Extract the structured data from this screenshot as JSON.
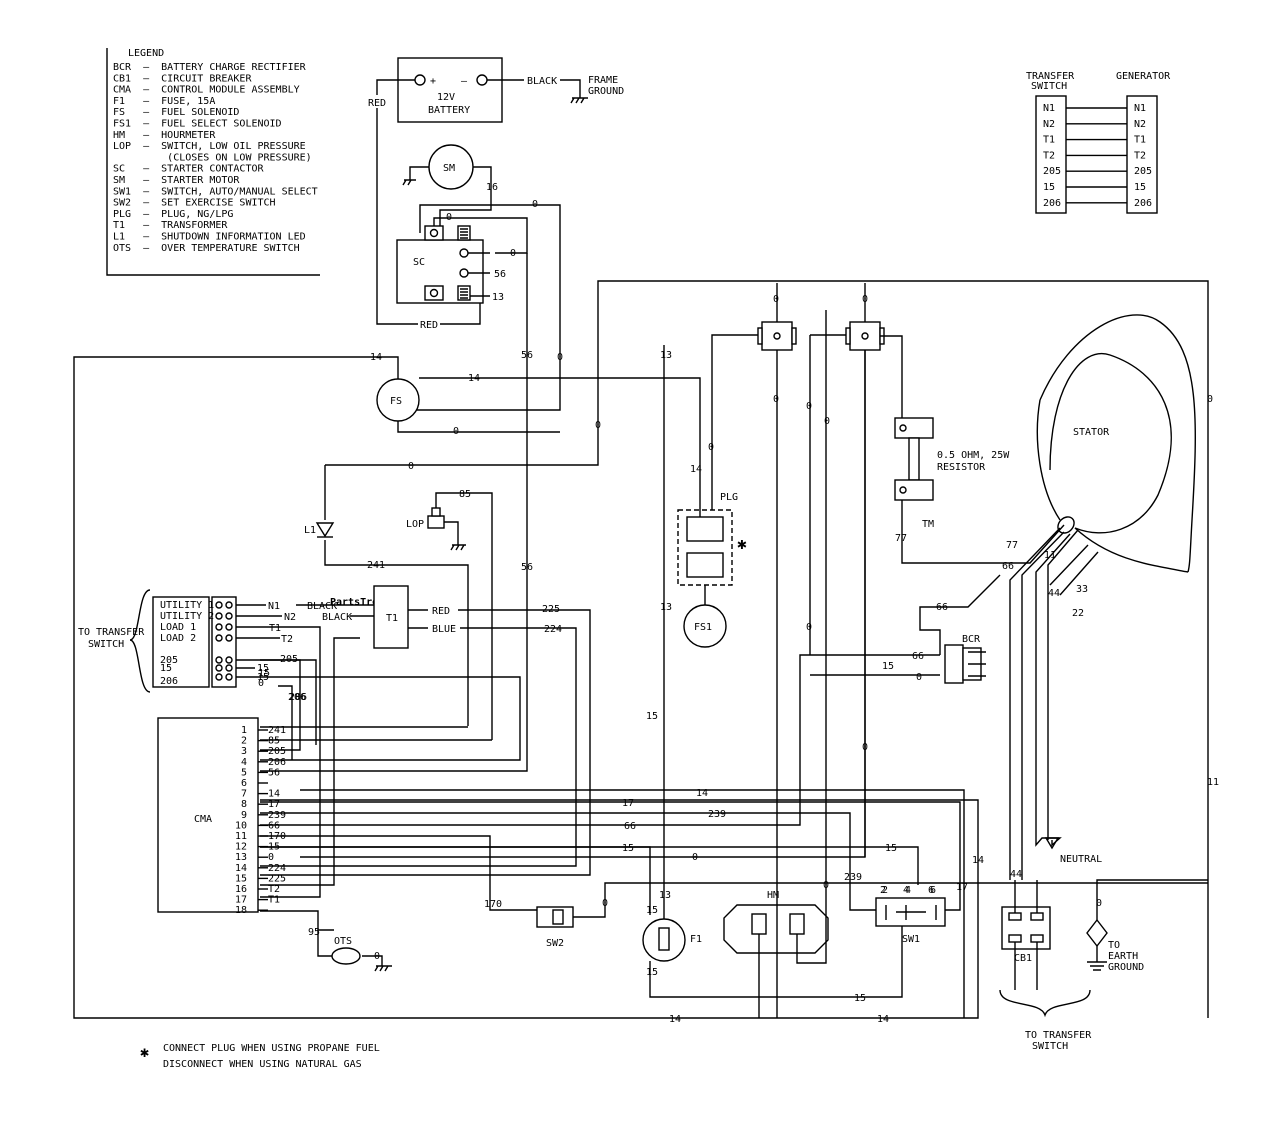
{
  "legend": {
    "title": "LEGEND",
    "entries": [
      "BCR  –  BATTERY CHARGE RECTIFIER",
      "CB1  –  CIRCUIT BREAKER",
      "CMA  –  CONTROL MODULE ASSEMBLY",
      "F1   –  FUSE, 15A",
      "FS   –  FUEL SOLENOID",
      "FS1  –  FUEL SELECT SOLENOID",
      "HM   –  HOURMETER",
      "LOP  –  SWITCH, LOW OIL PRESSURE",
      "         (CLOSES ON LOW PRESSURE)",
      "SC   –  STARTER CONTACTOR",
      "SM   –  STARTER MOTOR",
      "SW1  –  SWITCH, AUTO/MANUAL SELECT",
      "SW2  –  SET EXERCISE SWITCH",
      "PLG  –  PLUG, NG/LPG",
      "T1   –  TRANSFORMER",
      "L1   –  SHUTDOWN INFORMATION LED",
      "OTS  –  OVER TEMPERATURE SWITCH"
    ]
  },
  "battery": {
    "plus": "+",
    "minus": "–",
    "line1": "12V",
    "line2": "BATTERY",
    "black": "BLACK",
    "frame1": "FRAME",
    "frame2": "GROUND",
    "red": "RED"
  },
  "components": {
    "sm": "SM",
    "sc": "SC",
    "fs": "FS",
    "fs1": "FS1",
    "plg": "PLG",
    "lop": "LOP",
    "l1": "L1",
    "t1": "T1",
    "cma": "CMA",
    "bcr": "BCR",
    "hm": "HM",
    "sw1": "SW1",
    "sw2": "SW2",
    "f1": "F1",
    "ots": "OTS",
    "cb1": "CB1",
    "stator": "STATOR",
    "neutral": "NEUTRAL",
    "resistor1": "0.5 OHM, 25W",
    "resistor2": "RESISTOR",
    "earth1": "TO",
    "earth2": "EARTH",
    "earth3": "GROUND",
    "tts_left1": "TO TRANSFER",
    "tts_left2": "SWITCH",
    "tts_bottom1": "TO TRANSFER",
    "tts_bottom2": "SWITCH",
    "asterisk": "✱"
  },
  "transfer_table": {
    "header_left1": "TRANSFER",
    "header_left2": "SWITCH",
    "header_right": "GENERATOR",
    "rows": [
      "N1",
      "N2",
      "T1",
      "T2",
      "205",
      "15",
      "206"
    ]
  },
  "terminal_block": {
    "labels": [
      "UTILITY 1",
      "UTILITY 2",
      "LOAD 1",
      "LOAD 2",
      "205",
      "15",
      "206"
    ],
    "wires": [
      "N1",
      "N2",
      "T1",
      "T2",
      "205",
      "15",
      "15",
      "206"
    ],
    "colors": [
      "BLACK",
      "BLACK",
      "RED",
      "BLUE"
    ]
  },
  "cma_pins": [
    {
      "n": "1",
      "w": "241"
    },
    {
      "n": "2",
      "w": "85"
    },
    {
      "n": "3",
      "w": "205"
    },
    {
      "n": "4",
      "w": "206"
    },
    {
      "n": "5",
      "w": "56"
    },
    {
      "n": "6",
      "w": ""
    },
    {
      "n": "7",
      "w": "14"
    },
    {
      "n": "8",
      "w": "17"
    },
    {
      "n": "9",
      "w": "239"
    },
    {
      "n": "10",
      "w": "66"
    },
    {
      "n": "11",
      "w": "170"
    },
    {
      "n": "12",
      "w": "15"
    },
    {
      "n": "13",
      "w": "0"
    },
    {
      "n": "14",
      "w": "224"
    },
    {
      "n": "15",
      "w": "225"
    },
    {
      "n": "16",
      "w": "T2"
    },
    {
      "n": "17",
      "w": "T1"
    },
    {
      "n": "18",
      "w": ""
    }
  ],
  "wire_labels": [
    "0",
    "0",
    "0",
    "56",
    "13",
    "16",
    "RED",
    "14",
    "14",
    "0",
    "56",
    "0",
    "13",
    "0",
    "0",
    "0",
    "0",
    "0",
    "0",
    "0",
    "14",
    "85",
    "241",
    "0",
    "56",
    "13",
    "225",
    "224",
    "0",
    "0",
    "66",
    "15",
    "0",
    "77",
    "77",
    "66",
    "11",
    "44",
    "33",
    "22",
    "66",
    "15",
    "0",
    "206",
    "15",
    "14",
    "17",
    "239",
    "66",
    "15",
    "0",
    "15",
    "17",
    "14",
    "239",
    "170",
    "0",
    "13",
    "15",
    "15",
    "2",
    "4",
    "6",
    "0",
    "15",
    "14",
    "14",
    "95",
    "0",
    "0",
    "0",
    "11",
    "44"
  ],
  "sw1_pins": [
    "2",
    "4",
    "6"
  ],
  "footnote": {
    "line1": "CONNECT PLUG WHEN USING PROPANE FUEL",
    "line2": "DISCONNECT WHEN USING NATURAL GAS"
  },
  "watermark": {
    "text": "PartsTree",
    "tm": "TM"
  }
}
